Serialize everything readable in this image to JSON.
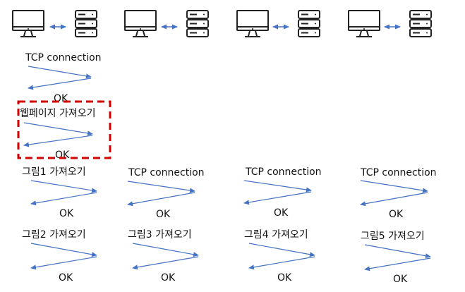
{
  "colors": {
    "arrow": "#4472C4",
    "icon": "#222222",
    "highlight": "#D00000",
    "text": "#111111"
  },
  "hosts": [
    {
      "client_icon": "desktop-computer-icon",
      "server_icon": "server-rack-icon",
      "link_icon": "double-arrow-icon"
    },
    {
      "client_icon": "desktop-computer-icon",
      "server_icon": "server-rack-icon",
      "link_icon": "double-arrow-icon"
    },
    {
      "client_icon": "desktop-computer-icon",
      "server_icon": "server-rack-icon",
      "link_icon": "double-arrow-icon"
    },
    {
      "client_icon": "desktop-computer-icon",
      "server_icon": "server-rack-icon",
      "link_icon": "double-arrow-icon"
    }
  ],
  "steps": [
    {
      "label": "TCP connection",
      "reply": "OK",
      "highlighted": false
    },
    {
      "label": "웹페이지 가져오기",
      "reply": "OK",
      "highlighted": true
    },
    {
      "label": "그림1 가져오기",
      "reply": "OK",
      "highlighted": false
    },
    {
      "label": "TCP connection",
      "reply": "OK",
      "highlighted": false
    },
    {
      "label": "TCP connection",
      "reply": "OK",
      "highlighted": false
    },
    {
      "label": "TCP connection",
      "reply": "OK",
      "highlighted": false
    },
    {
      "label": "그림2 가져오기",
      "reply": "OK",
      "highlighted": false
    },
    {
      "label": "그림3 가져오기",
      "reply": "OK",
      "highlighted": false
    },
    {
      "label": "그림4 가져오기",
      "reply": "OK",
      "highlighted": false
    },
    {
      "label": "그림5 가져오기",
      "reply": "OK",
      "highlighted": false
    }
  ]
}
